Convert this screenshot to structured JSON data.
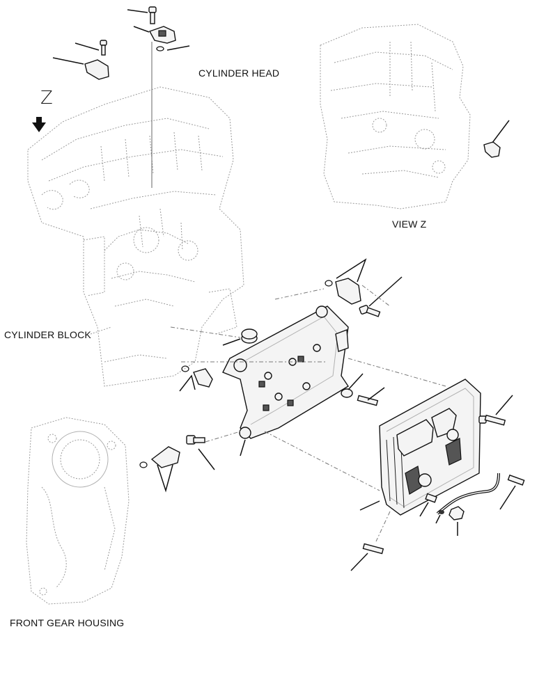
{
  "labels": {
    "cylinder_head": "CYLINDER HEAD",
    "view_z": "VIEW Z",
    "cylinder_block": "CYLINDER BLOCK",
    "front_gear_housing": "FRONT GEAR HOUSING",
    "z_marker": "Z"
  },
  "colors": {
    "line": "#111111",
    "ghost": "#9a9a9a",
    "background": "#ffffff"
  }
}
